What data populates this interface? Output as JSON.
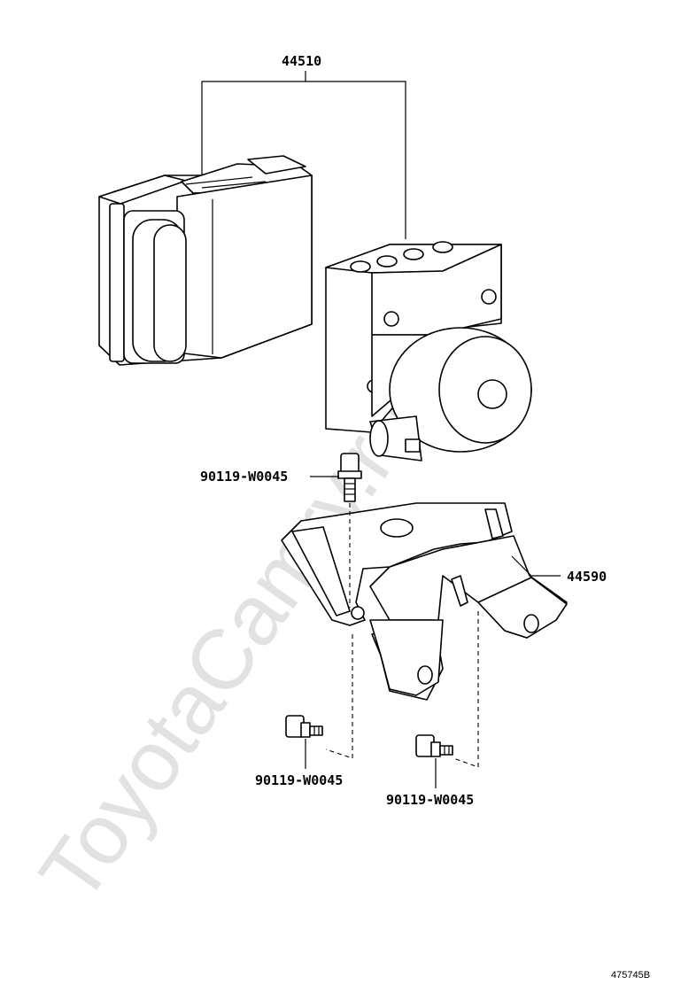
{
  "watermark": "ToyotaCamry.ru",
  "labels": {
    "part_44510": "44510",
    "part_44590": "44590",
    "bolt_top": "90119-W0045",
    "bolt_left": "90119-W0045",
    "bolt_right": "90119-W0045",
    "drawing_number": "475745B"
  },
  "icons": [
    "ecu-module-icon",
    "abs-actuator-icon",
    "bracket-icon",
    "bolt-icon"
  ]
}
